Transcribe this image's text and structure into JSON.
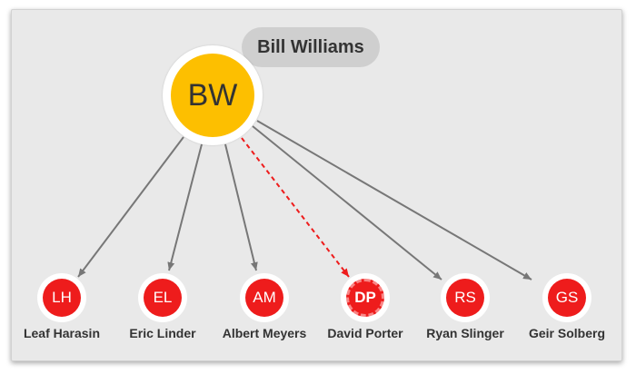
{
  "root": {
    "initials": "BW",
    "name": "Bill Williams",
    "color": "#fdbf00"
  },
  "children": [
    {
      "initials": "LH",
      "name": "Leaf Harasin"
    },
    {
      "initials": "EL",
      "name": "Eric Linder"
    },
    {
      "initials": "AM",
      "name": "Albert Meyers"
    },
    {
      "initials": "DP",
      "name": "David Porter",
      "highlighted": true
    },
    {
      "initials": "RS",
      "name": "Ryan Slinger"
    },
    {
      "initials": "GS",
      "name": "Geir Solberg"
    }
  ],
  "colors": {
    "node": "#ee1c1c",
    "edge": "#777777",
    "highlight_edge": "#ee1c1c",
    "background": "#e9e9e9"
  }
}
